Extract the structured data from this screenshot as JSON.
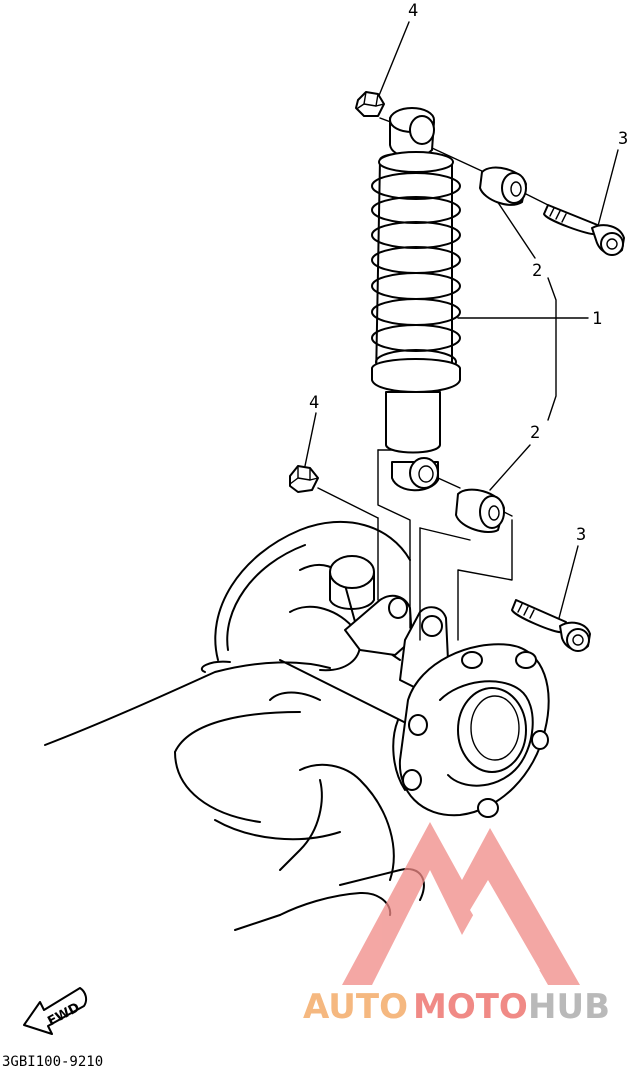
{
  "callouts": {
    "c4_top": "4",
    "c3_top": "3",
    "c2_top": "2",
    "c1": "1",
    "c4_mid": "4",
    "c2_mid": "2",
    "c3_mid": "3"
  },
  "fwd_label": "FWD",
  "diagram_code": "3GBI100-9210",
  "watermark": {
    "part1": "AUTO",
    "part2": "MOTO",
    "part3": "HUB",
    "color_orange": "#f5b880",
    "color_red": "#f08a86",
    "color_gray": "#b9b9b9"
  }
}
